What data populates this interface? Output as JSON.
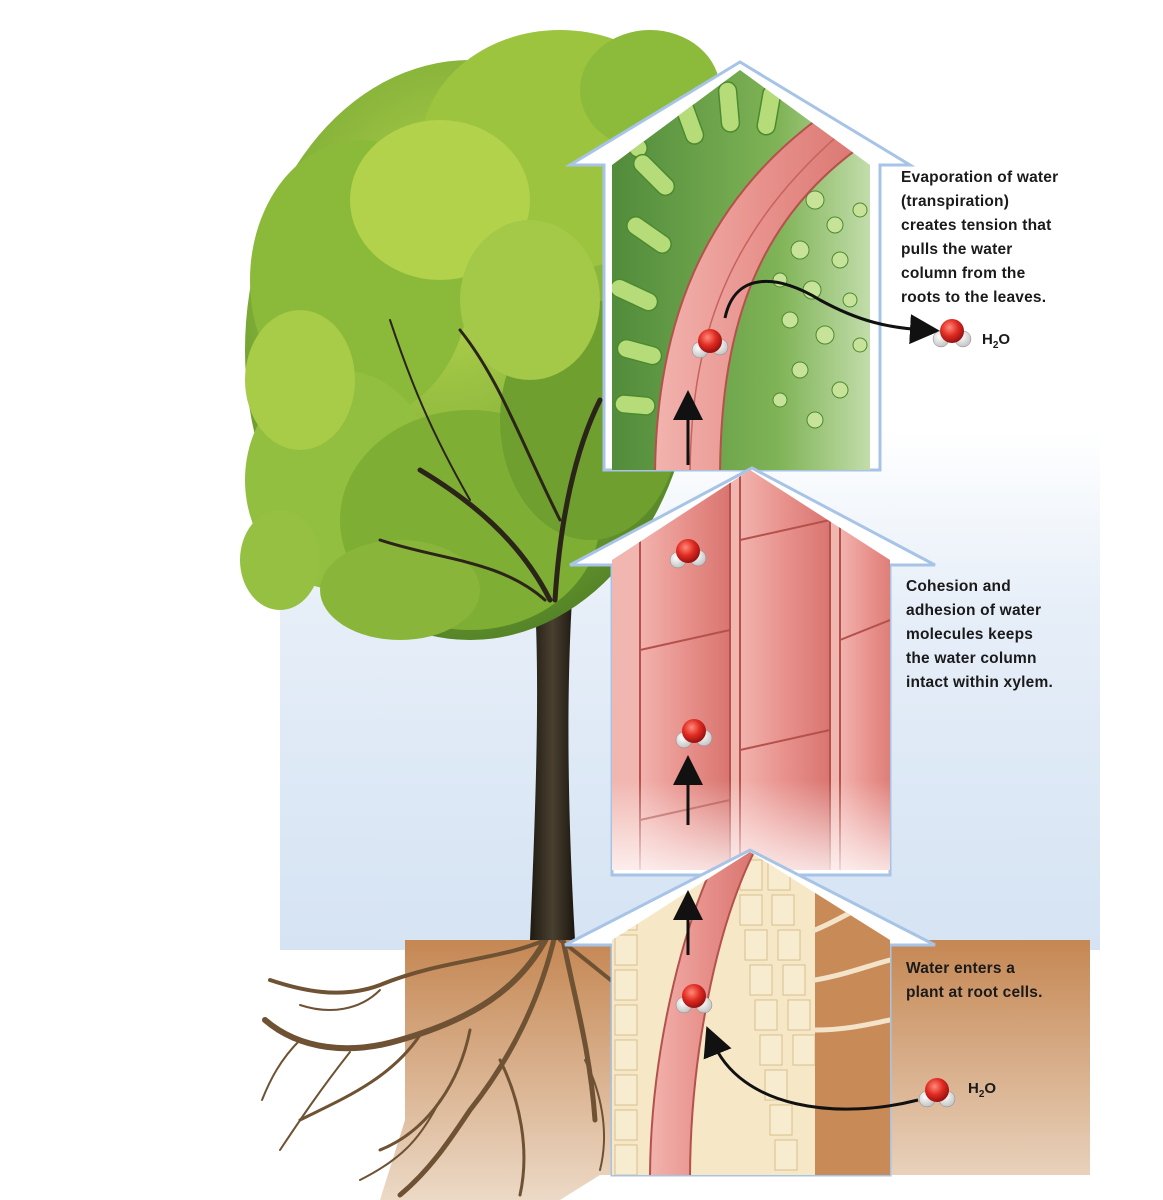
{
  "labels": {
    "transpiration": "Evaporation of water\n(transpiration)\ncreates tension that\npulls the water\ncolumn from the\nroots to the leaves.",
    "cohesion": "Cohesion and\nadhesion of water\nmolecules keeps\nthe water column\nintact within xylem.",
    "roots": "Water enters a\nplant at root cells."
  },
  "h2o_top": {
    "main": "H",
    "sub": "2",
    "tail": "O"
  },
  "h2o_bottom": {
    "main": "H",
    "sub": "2",
    "tail": "O"
  },
  "colors": {
    "sky": "#dfe9f5",
    "soil": "#c88a57",
    "xylem": "#e7908c",
    "leaf_green": "#8fbf3c",
    "arrow_outline": "#a7c4e6",
    "oxygen": "#d81e1e"
  }
}
